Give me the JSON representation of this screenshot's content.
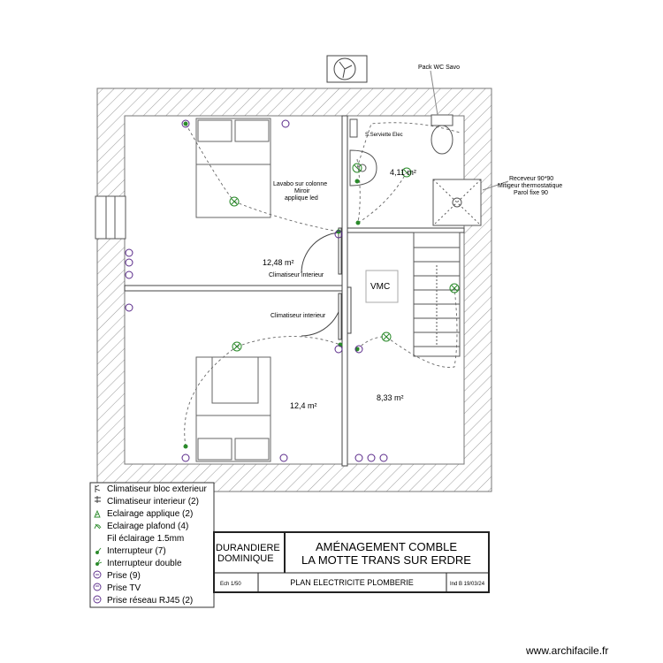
{
  "rooms": {
    "top_left_area": "12,48 m²",
    "bathroom_area": "4,11 m²",
    "bottom_left_area": "12,4 m²",
    "bottom_right_area": "8,33 m²"
  },
  "labels": {
    "pack_wc": "Pack WC Savo",
    "serviette": "S.Serviette Elec",
    "lavabo_line1": "Lavabo sur colonne",
    "lavabo_line2": "Miroir",
    "lavabo_line3": "applique led",
    "receveur_line1": "Receveur 90*90",
    "receveur_line2": "Mitigeur thermostatique",
    "receveur_line3": "Parol fixe 90",
    "clim_top": "Climatiseur interieur",
    "clim_bottom": "Climatiseur interieur",
    "vmc": "VMC"
  },
  "legend": [
    {
      "icon": "clim-exterior-icon",
      "text": "Climatiseur bloc exterieur"
    },
    {
      "icon": "clim-interior-icon",
      "text": "Climatiseur interieur (2)"
    },
    {
      "icon": "wall-light-icon",
      "text": "Eclairage applique (2)"
    },
    {
      "icon": "ceiling-light-icon",
      "text": "Eclairage plafond (4)"
    },
    {
      "icon": "",
      "text": "Fil éclairage 1.5mm"
    },
    {
      "icon": "switch-icon",
      "text": "Interrupteur (7)"
    },
    {
      "icon": "double-switch-icon",
      "text": "Interrupteur double"
    },
    {
      "icon": "outlet-icon",
      "text": "Prise (9)"
    },
    {
      "icon": "tv-outlet-icon",
      "text": "Prise TV"
    },
    {
      "icon": "rj45-outlet-icon",
      "text": "Prise réseau RJ45 (2)"
    }
  ],
  "title_block": {
    "client_line1": "DURANDIERE",
    "client_line2": "DOMINIQUE",
    "project_line1": "AMÉNAGEMENT COMBLE",
    "project_line2": "LA MOTTE TRANS SUR ERDRE",
    "scale": "Ech 1/50",
    "plan_name": "PLAN ELECTRICITE PLOMBERIE",
    "index": "Ind B 19/03/24"
  },
  "watermark": "www.archifacile.fr"
}
